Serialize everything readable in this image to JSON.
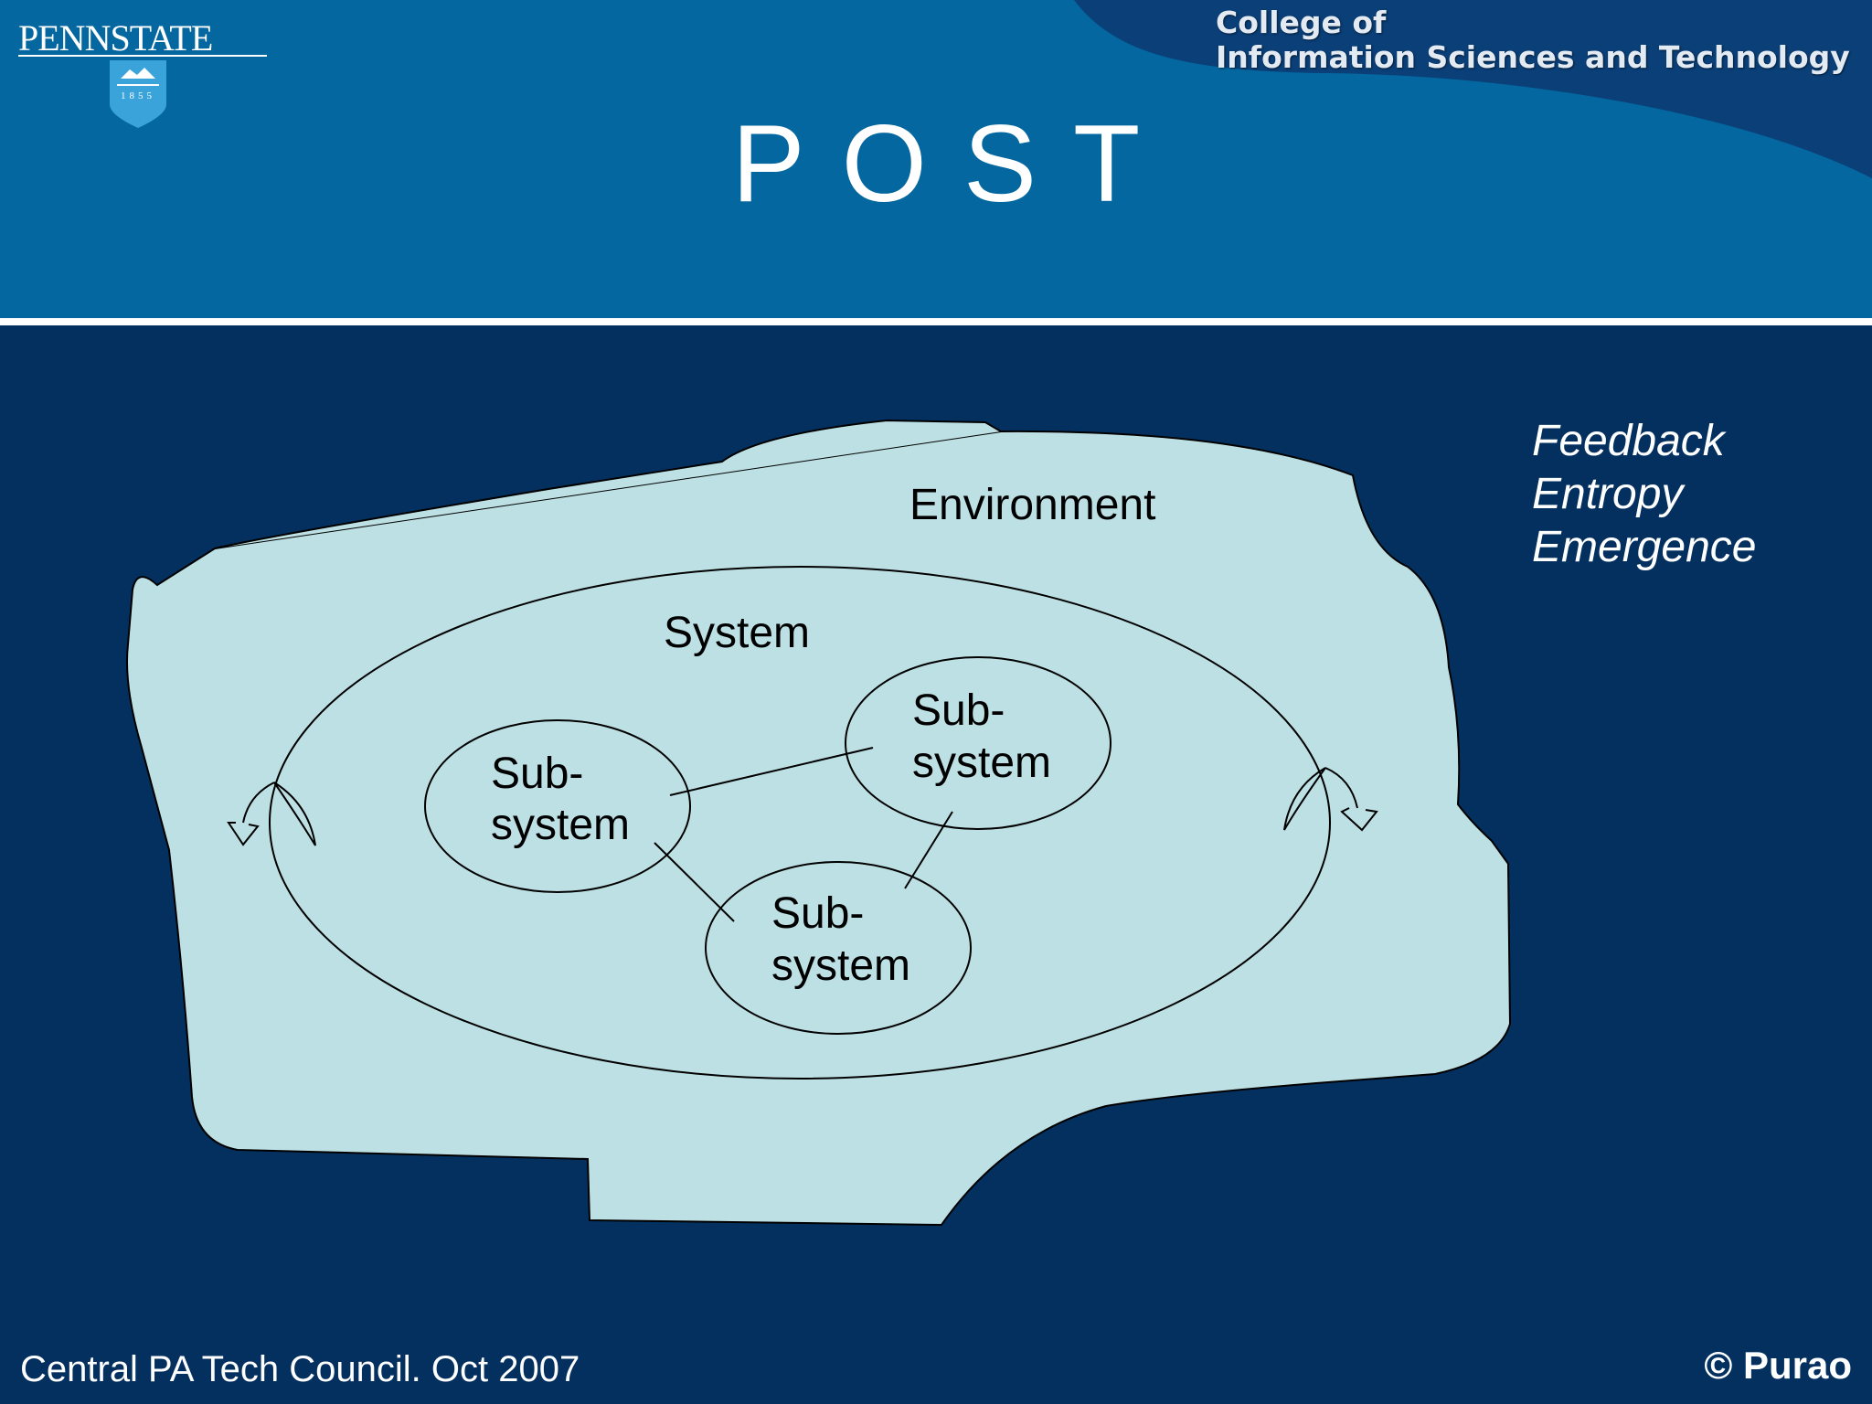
{
  "header": {
    "logo_wordmark": "PENNSTATE",
    "logo_year": "1855",
    "college_line1": "College of",
    "college_line2": "Information Sciences and Technology",
    "slide_title": "POST"
  },
  "diagram": {
    "environment_label": "Environment",
    "system_label": "System",
    "subsystems": [
      {
        "line1": "Sub-",
        "line2": "system"
      },
      {
        "line1": "Sub-",
        "line2": "system"
      },
      {
        "line1": "Sub-",
        "line2": "system"
      }
    ]
  },
  "concepts": [
    "Feedback",
    "Entropy",
    "Emergence"
  ],
  "footer": {
    "left": "Central PA Tech Council. Oct 2007",
    "right": "© Purao"
  },
  "colors": {
    "header_blue": "#04679f",
    "swoosh_navy": "#0a3f78",
    "background_navy": "#04305f",
    "environment_fill": "#bce0e4"
  }
}
